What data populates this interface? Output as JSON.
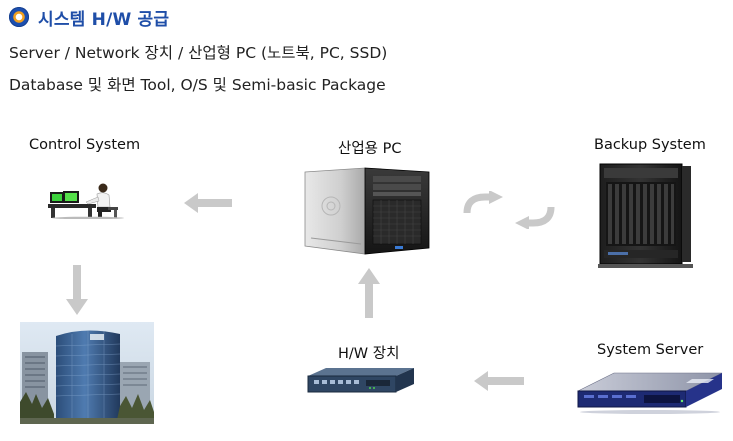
{
  "header": {
    "title": "시스템 H/W 공급",
    "line1": "Server / Network 장치 / 산업형 PC (노트북, PC, SSD)",
    "line2": "Database 및 화면 Tool, O/S 및 Semi-basic Package"
  },
  "diagram": {
    "nodes": {
      "control": {
        "label": "Control System",
        "icon": "operator-workstation-icon"
      },
      "pc": {
        "label": "산업용 PC",
        "icon": "tower-pc-icon"
      },
      "backup": {
        "label": "Backup System",
        "icon": "server-rack-icon"
      },
      "hw": {
        "label": "H/W 장치",
        "icon": "network-device-icon"
      },
      "server": {
        "label": "System Server",
        "icon": "rack-server-icon"
      },
      "building": {
        "icon": "office-building-image"
      }
    },
    "edges": [
      {
        "from": "pc",
        "to": "control",
        "icon": "arrow-left-icon"
      },
      {
        "from": "control",
        "to": "building",
        "icon": "arrow-down-icon"
      },
      {
        "from": "hw",
        "to": "pc",
        "icon": "arrow-up-icon"
      },
      {
        "from": "server",
        "to": "hw",
        "icon": "arrow-left-icon"
      },
      {
        "from": "pc",
        "to": "backup",
        "icon": "sync-arrows-icon",
        "bidirectional": true
      }
    ]
  },
  "colors": {
    "title": "#1f4ea8",
    "arrow": "#c9c9c9",
    "icon_blue": "#1c4fb0",
    "icon_orange": "#f1a020"
  }
}
